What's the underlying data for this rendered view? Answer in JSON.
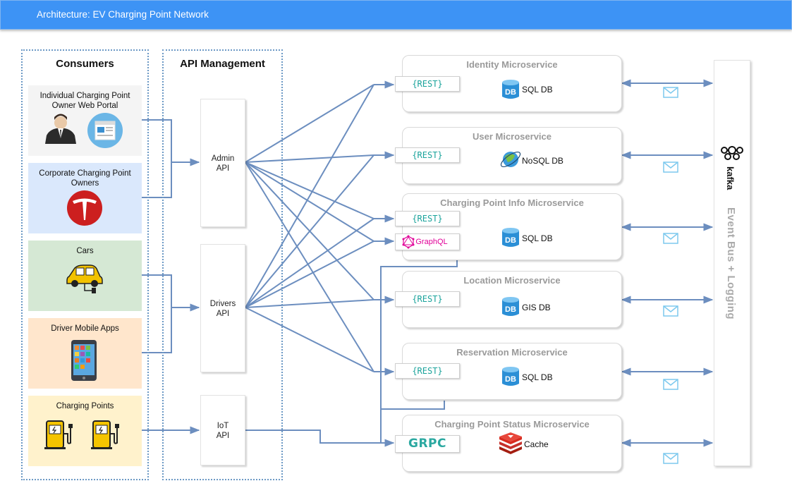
{
  "header": {
    "title": "Architecture: EV Charging Point Network"
  },
  "columns": {
    "consumers_title": "Consumers",
    "api_title": "API Management"
  },
  "consumers": [
    {
      "label": "Individual Charging Point Owner Web Portal",
      "color": "#f4f4f4",
      "icons": [
        "businessman-icon",
        "web-portal-icon"
      ]
    },
    {
      "label": "Corporate Charging Point Owners",
      "color": "#dae8fc",
      "icons": [
        "tesla-logo-icon"
      ]
    },
    {
      "label": "Cars",
      "color": "#d5e8d4",
      "icons": [
        "car-icon"
      ]
    },
    {
      "label": "Driver Mobile Apps",
      "color": "#ffe6cc",
      "icons": [
        "smartphone-icon"
      ]
    },
    {
      "label": "Charging Points",
      "color": "#fff2cc",
      "icons": [
        "charging-station-icon",
        "charging-station-icon"
      ]
    }
  ],
  "apis": [
    {
      "line1": "Admin",
      "line2": "API"
    },
    {
      "line1": "Drivers",
      "line2": "API"
    },
    {
      "line1": "IoT",
      "line2": "API"
    }
  ],
  "services": [
    {
      "title": "Identity Microservice",
      "protocols": [
        "{REST}"
      ],
      "db": "SQL DB",
      "db_icon": "azure-sql-icon"
    },
    {
      "title": "User Microservice",
      "protocols": [
        "{REST}"
      ],
      "db": "NoSQL DB",
      "db_icon": "cosmos-db-icon"
    },
    {
      "title": "Charging Point Info Microservice",
      "protocols": [
        "{REST}",
        "GraphQL"
      ],
      "db": "SQL DB",
      "db_icon": "azure-sql-icon"
    },
    {
      "title": "Location Microservice",
      "protocols": [
        "{REST}"
      ],
      "db": "GIS DB",
      "db_icon": "azure-sql-icon"
    },
    {
      "title": "Reservation Microservice",
      "protocols": [
        "{REST}"
      ],
      "db": "SQL DB",
      "db_icon": "azure-sql-icon"
    },
    {
      "title": "Charging Point Status Microservice",
      "protocols": [
        "GRPC"
      ],
      "db": "Cache",
      "db_icon": "redis-icon"
    }
  ],
  "event_bus": {
    "brand": "kafka",
    "label": "Event Bus + Logging"
  },
  "colors": {
    "header": "#3d93f5",
    "connector": "#6c8ebf",
    "envelope": "#7dc9ee",
    "db": "#2b8fd6",
    "rest": "#1aa39b",
    "graphql": "#e10098"
  }
}
